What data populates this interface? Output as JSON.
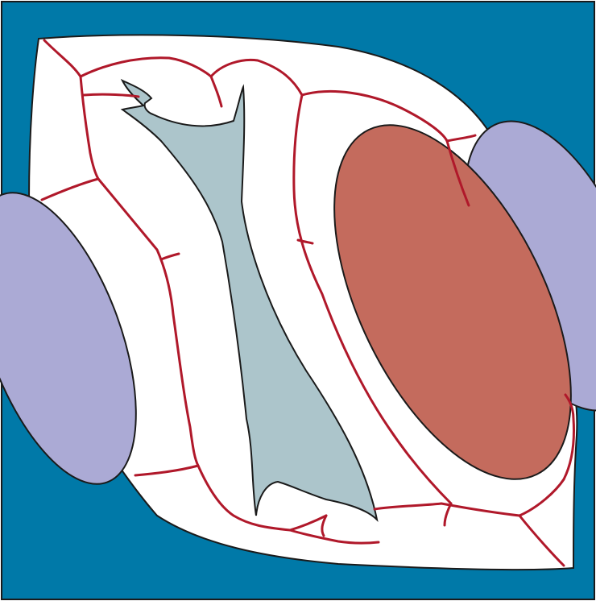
{
  "diagram": {
    "labels": [],
    "colors": {
      "background": "#0079A8",
      "frame_stroke": "#1a1a1a",
      "tissue": "#FFFFFF",
      "ellipse_purple": "#ABAAD5",
      "central_shape": "#ACC5CB",
      "ellipse_red": "#C46B5D",
      "vessel_lines": "#B0182A"
    },
    "regions": [
      "blue-background",
      "white-tissue-region",
      "left-purple-ellipse",
      "right-purple-ellipse",
      "central-gray-blue-shape",
      "red-ellipse",
      "red-vessel-network"
    ]
  }
}
